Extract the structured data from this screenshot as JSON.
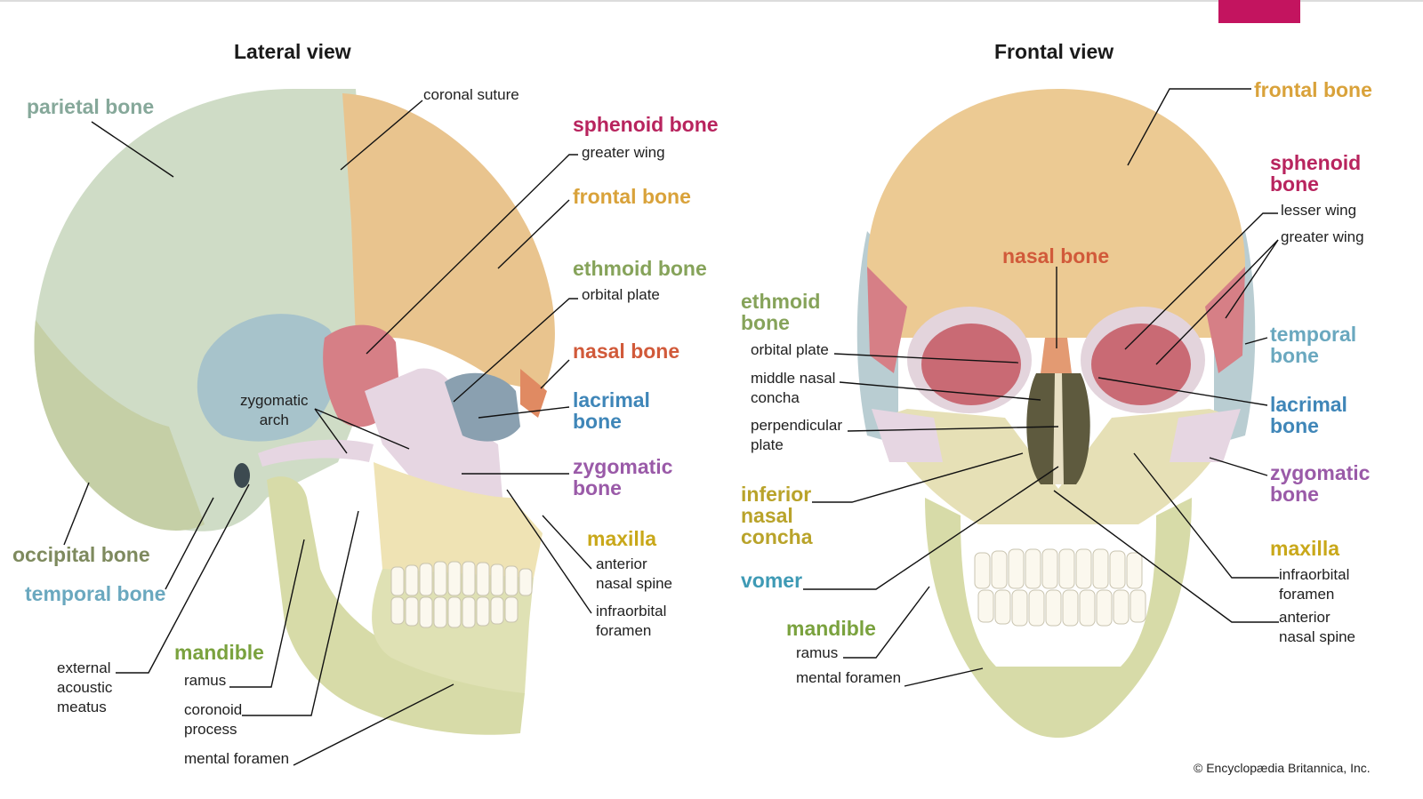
{
  "titles": {
    "lateral": "Lateral view",
    "frontal": "Frontal view"
  },
  "lateral": {
    "parietal": "parietal bone",
    "coronal_suture": "coronal suture",
    "sphenoid": "sphenoid bone",
    "greater_wing": "greater wing",
    "frontal": "frontal bone",
    "ethmoid": "ethmoid bone",
    "orbital_plate": "orbital plate",
    "nasal": "nasal bone",
    "lacrimal": "lacrimal\nbone",
    "zygomatic_arch": "zygomatic\narch",
    "zygomatic": "zygomatic\nbone",
    "maxilla": "maxilla",
    "anterior_nasal_spine": "anterior\nnasal spine",
    "infraorbital_foramen": "infraorbital\nforamen",
    "occipital": "occipital bone",
    "temporal": "temporal bone",
    "mandible": "mandible",
    "ramus": "ramus",
    "external_acoustic_meatus": "external\nacoustic\nmeatus",
    "coronoid_process": "coronoid\nprocess",
    "mental_foramen": "mental foramen"
  },
  "frontal": {
    "frontal": "frontal bone",
    "sphenoid": "sphenoid\nbone",
    "lesser_wing": "lesser wing",
    "greater_wing": "greater wing",
    "nasal": "nasal bone",
    "ethmoid": "ethmoid\nbone",
    "orbital_plate": "orbital plate",
    "middle_nasal_concha": "middle nasal\nconcha",
    "perpendicular_plate": "perpendicular\nplate",
    "temporal": "temporal\nbone",
    "lacrimal": "lacrimal\nbone",
    "zygomatic": "zygomatic\nbone",
    "inferior_nasal_concha": "inferior\nnasal\nconcha",
    "vomer": "vomer",
    "maxilla": "maxilla",
    "infraorbital_foramen": "infraorbital\nforamen",
    "anterior_nasal_spine": "anterior\nnasal spine",
    "mandible": "mandible",
    "ramus": "ramus",
    "mental_foramen": "mental foramen"
  },
  "credit": "© Encyclopædia Britannica, Inc."
}
